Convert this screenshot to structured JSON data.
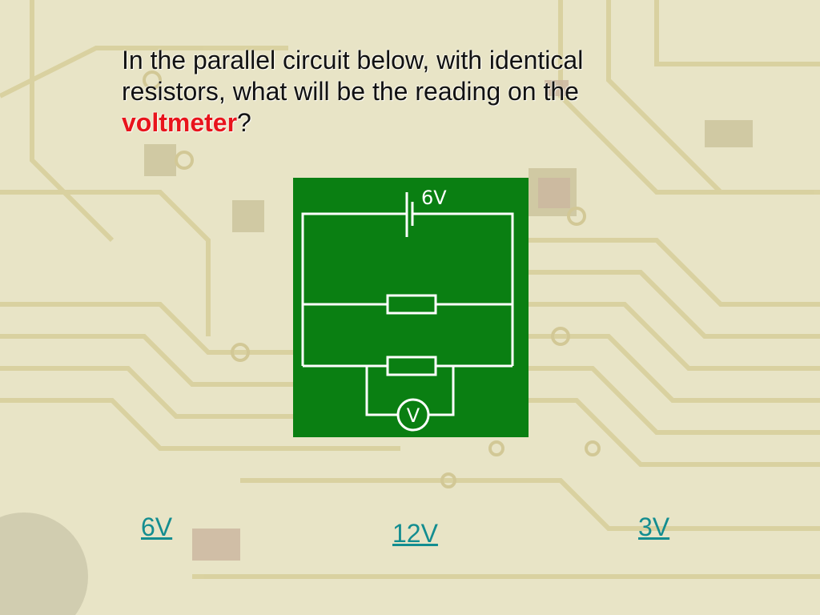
{
  "question": {
    "line1": "In the parallel circuit below, with identical",
    "line2": "resistors, what will be the reading on the",
    "highlight": "voltmeter",
    "end": "?"
  },
  "circuit": {
    "battery_label": "6V",
    "meter_label": "V"
  },
  "answers": [
    "6V",
    "12V",
    "3V"
  ],
  "colors": {
    "highlight": "#e8141c",
    "answer_link": "#138d90",
    "diagram_bg": "#0a7f12",
    "wire": "#ffffff"
  }
}
